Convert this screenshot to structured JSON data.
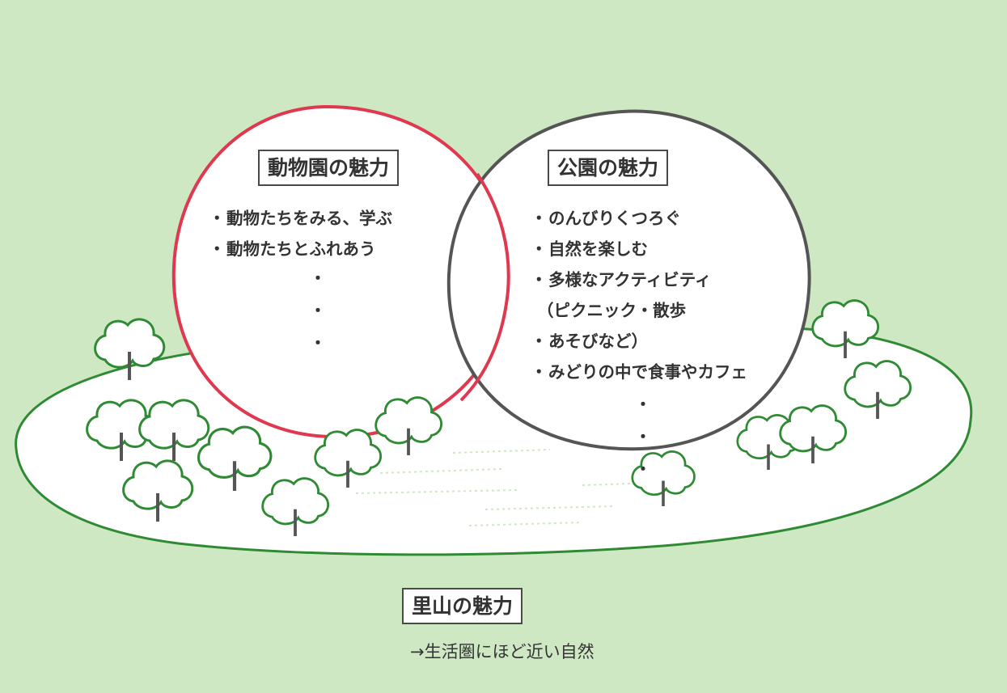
{
  "colors": {
    "background": "#cfe8c4",
    "zoo_circle": "#e0384e",
    "park_circle": "#555555",
    "tree_outline": "#2f8a34",
    "ground_outline": "#2f8a34",
    "text": "#333333"
  },
  "zoo": {
    "title": "動物園の魅力",
    "items": [
      "動物たちをみる、学ぶ",
      "動物たちとふれあう"
    ],
    "ellipsis": [
      "・",
      "・",
      "・"
    ]
  },
  "park": {
    "title": "公園の魅力",
    "items": [
      "のんびりくつろぐ",
      "自然を楽しむ",
      "多様なアクティビティ",
      "（ピクニック・散歩",
      "あそびなど）",
      "みどりの中で食事やカフェ"
    ],
    "ellipsis": [
      "・",
      "・",
      "・"
    ]
  },
  "satoyama": {
    "title": "里山の魅力",
    "subtitle": "→生活圏にほど近い自然"
  },
  "bullet": "・"
}
